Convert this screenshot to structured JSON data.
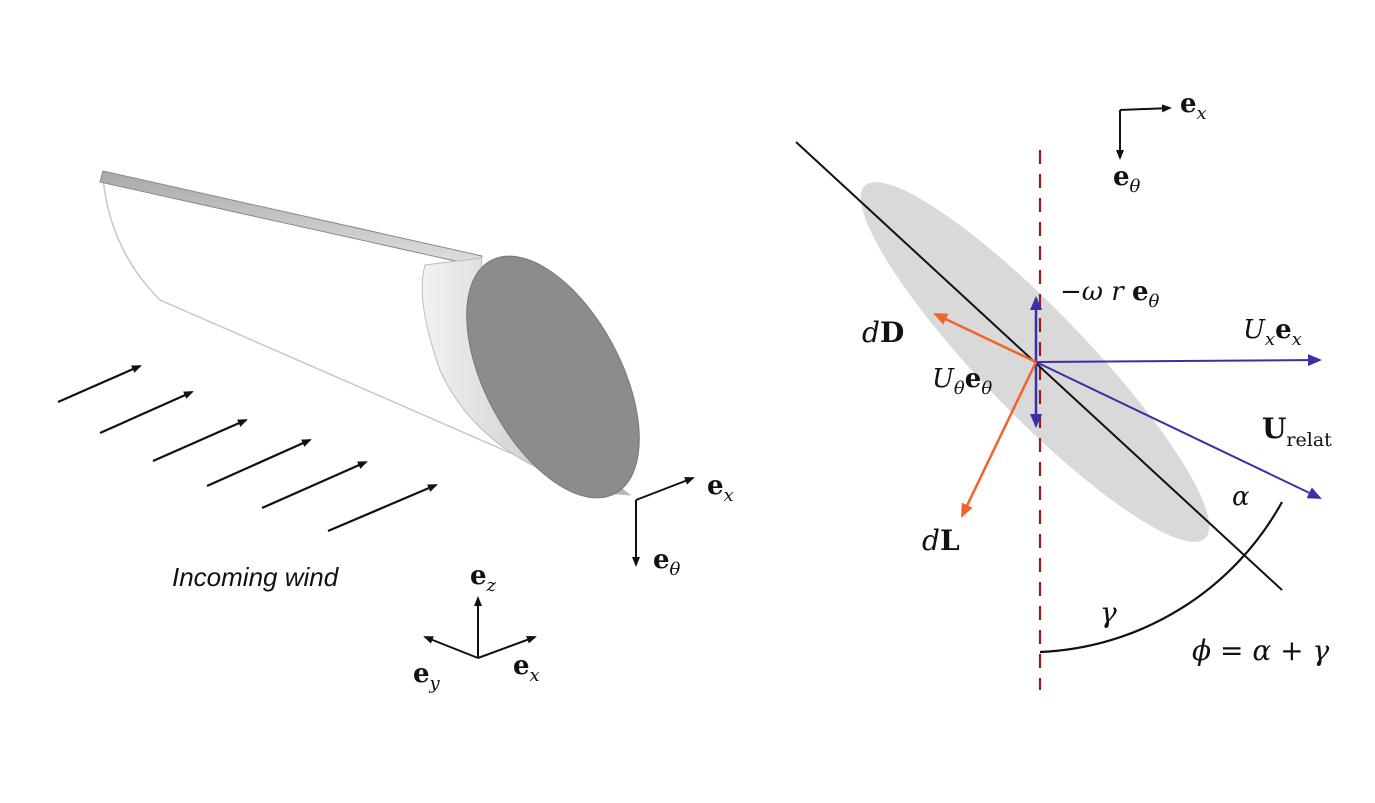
{
  "left_panel": {
    "caption": "Incoming wind",
    "blade_frame": {
      "x_label": "e",
      "x_sub": "x",
      "theta_label": "e",
      "theta_sub": "θ"
    },
    "global_frame": {
      "z_label": "e",
      "z_sub": "z",
      "y_label": "e",
      "y_sub": "y",
      "x_label": "e",
      "x_sub": "x"
    }
  },
  "right_panel": {
    "frame": {
      "x_label": "e",
      "x_sub": "x",
      "theta_label": "e",
      "theta_sub": "θ"
    },
    "omega_r_prefix": "−ω r ",
    "omega_r_vec": "e",
    "omega_r_sub": "θ",
    "dD_d": "d",
    "dD_vec": "D",
    "dL_d": "d",
    "dL_vec": "L",
    "Utheta_U": "U",
    "Utheta_sub": "θ",
    "Utheta_vec": "e",
    "Utheta_vec_sub": "θ",
    "Ux_U": "U",
    "Ux_sub": "x",
    "Ux_vec": "e",
    "Ux_vec_sub": "x",
    "Urelat_U": "U",
    "Urelat_sub": "relat",
    "alpha": "α",
    "gamma": "γ",
    "phi_eq": "ϕ = α + γ"
  },
  "colors": {
    "velocity": "#3b2fa8",
    "force": "#f0642a",
    "axis": "#9b1c1c",
    "profile": "#d9d9d9"
  }
}
